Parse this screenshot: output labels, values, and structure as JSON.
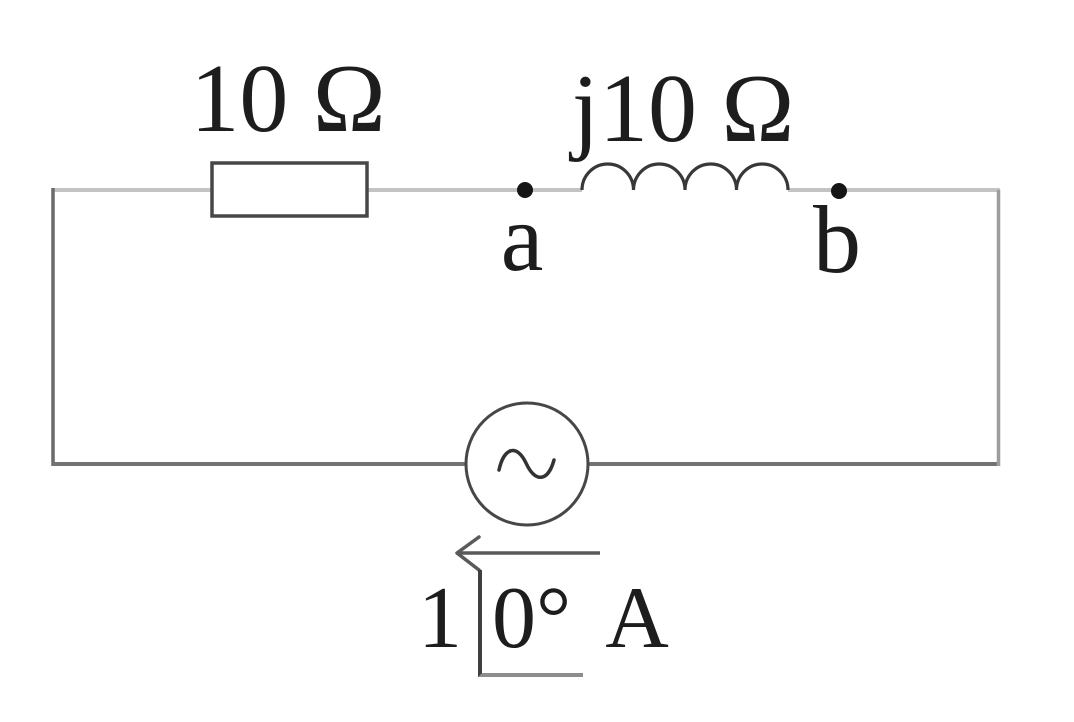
{
  "diagram": {
    "type": "circuit-diagram",
    "description": "Series AC circuit: resistor and inductor on top branch between terminals a and b, sinusoidal current source on bottom branch with leftward reference arrow",
    "background_color": "#ffffff",
    "text_color": "#1d1d1d",
    "wire_colors": {
      "top": "#c3c3c3",
      "left": "#6a6a6a",
      "bottom": "#737373",
      "right": "#9d9d9d"
    },
    "component_stroke_color": "#454545",
    "node_dot_color": "#151515",
    "resistor": {
      "label": "10 Ω"
    },
    "inductor": {
      "label": "j10 Ω",
      "coil_loops": 4
    },
    "nodes": [
      {
        "label": "a"
      },
      {
        "label": "b"
      }
    ],
    "current_source": {
      "magnitude": "1",
      "angle": "0°",
      "unit": "A",
      "waveform": "sine",
      "arrow_direction": "left"
    }
  }
}
